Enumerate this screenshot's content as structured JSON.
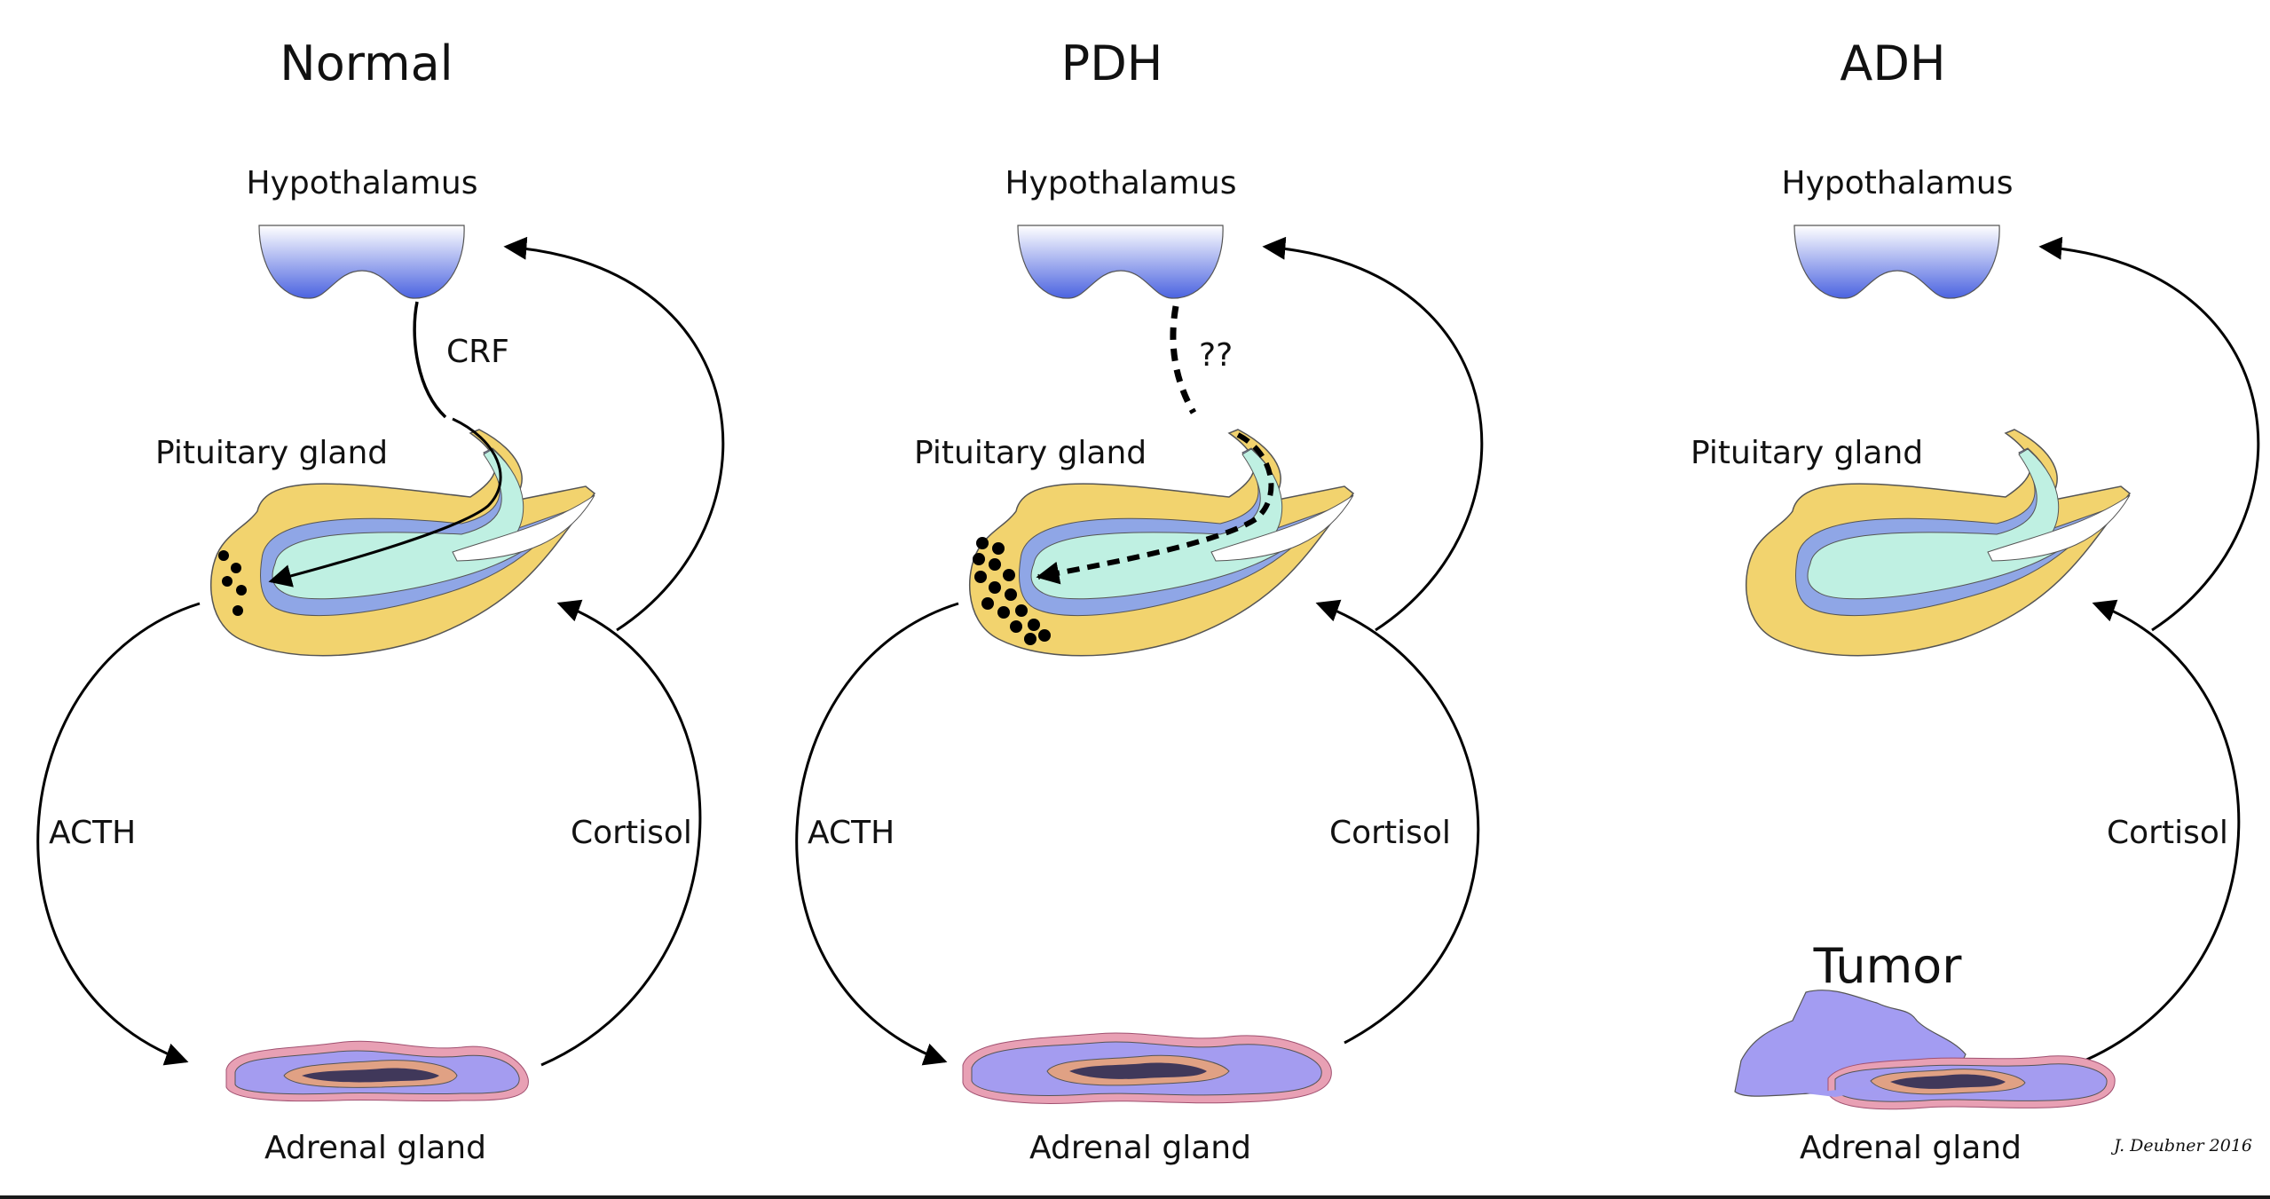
{
  "colors": {
    "hypothalamus_top": "#ffffff",
    "hypothalamus_bottom": "#4b63e0",
    "pituitary_outer": "#f2d36e",
    "pituitary_mid": "#8fa6e6",
    "pituitary_inner": "#bff0e2",
    "adrenal_outer": "#e8a0b4",
    "adrenal_cortex": "#a49cf0",
    "adrenal_inner": "#e0a184",
    "adrenal_core": "#40385a",
    "tumor": "#a39cf2",
    "arrow": "#000000",
    "background": "#ffffff"
  },
  "panels": [
    {
      "title": "Normal",
      "hypothalamus_label": "Hypothalamus",
      "crf_label": "CRF",
      "pituitary_label": "Pituitary gland",
      "acth_label": "ACTH",
      "cortisol_label": "Cortisol",
      "adrenal_label": "Adrenal gland"
    },
    {
      "title": "PDH",
      "hypothalamus_label": "Hypothalamus",
      "crf_label": "??",
      "pituitary_label": "Pituitary gland",
      "acth_label": "ACTH",
      "cortisol_label": "Cortisol",
      "adrenal_label": "Adrenal gland"
    },
    {
      "title": "ADH",
      "hypothalamus_label": "Hypothalamus",
      "pituitary_label": "Pituitary gland",
      "cortisol_label": "Cortisol",
      "tumor_label": "Tumor",
      "adrenal_label": "Adrenal gland"
    }
  ],
  "credit": "J. Deubner 2016"
}
